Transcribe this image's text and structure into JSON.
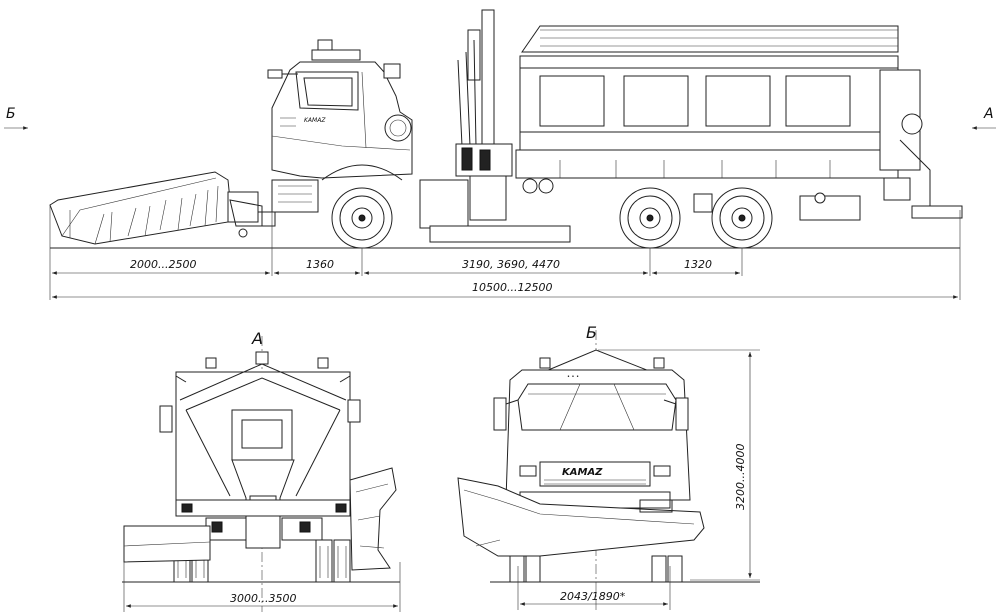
{
  "views": {
    "side_view": {
      "arrow_left_label": "Б",
      "arrow_right_label": "А"
    },
    "rear_view": {
      "label": "А"
    },
    "front_view": {
      "label": "Б",
      "brand_text": "KAMAZ"
    }
  },
  "dimensions": {
    "plow_overhang": "2000...2500",
    "front_axle": "1360",
    "wheelbase": "3190, 3690, 4470",
    "rear_axles": "1320",
    "overall_length": "10500...12500",
    "rear_width": "3000...3500",
    "front_track": "2043/1890*",
    "height": "3200...4000"
  }
}
